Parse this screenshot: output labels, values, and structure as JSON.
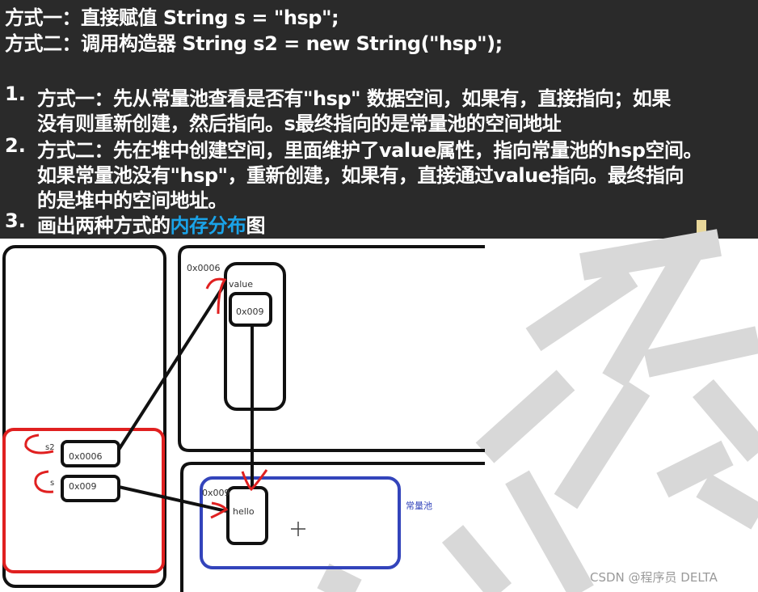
{
  "slide": {
    "line1": "方式一：直接赋值 String s = \"hsp\";",
    "line2": "方式二：调用构造器 String s2 = new String(\"hsp\");",
    "items": [
      {
        "num": "1.",
        "lines": [
          "方式一：先从常量池查看是否有\"hsp\" 数据空间，如果有，直接指向；如果",
          "没有则重新创建，然后指向。s最终指向的是常量池的空间地址"
        ]
      },
      {
        "num": "2.",
        "lines": [
          "方式二：先在堆中创建空间，里面维护了value属性，指向常量池的hsp空间。",
          "如果常量池没有\"hsp\"，重新创建，如果有，直接通过value指向。最终指向",
          "的是堆中的空间地址。"
        ]
      },
      {
        "num": "3.",
        "prefix": "画出两种方式的",
        "highlight": "内存分布",
        "suffix": "图"
      }
    ],
    "highlight_color": "#1aa3e8"
  },
  "diagram": {
    "stack": {
      "s2_label": "s2",
      "s2_value": "0x0006",
      "s_label": "s",
      "s_value": "0x009"
    },
    "heap": {
      "object_address": "0x0006",
      "field_name": "value",
      "field_value": "0x009"
    },
    "pool": {
      "label": "常量池",
      "string_address": "0x009",
      "string_value": "hello"
    },
    "colors": {
      "annotation": "#e02020",
      "pool": "#3344bb"
    }
  },
  "watermark": "CSDN @程序员 DELTA"
}
